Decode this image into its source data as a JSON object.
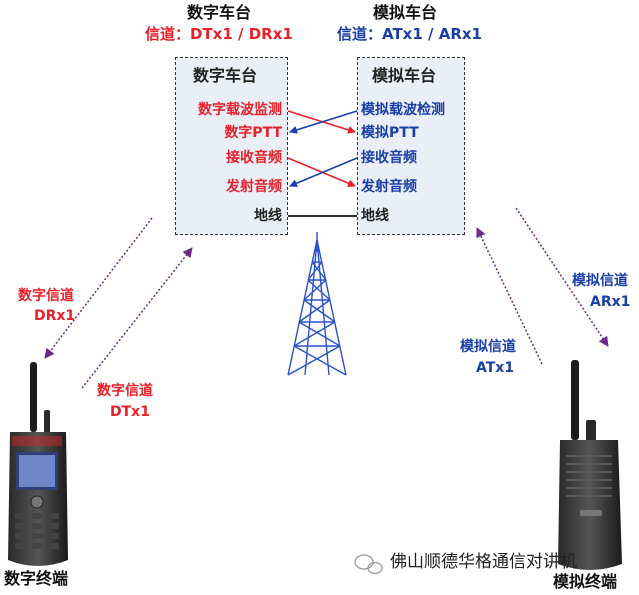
{
  "digital_station": {
    "heading": "数字车台",
    "channel": "信道：DTx1 / DRx1",
    "box_title": "数字车台",
    "rows": [
      "数字载波监测",
      "数字PTT",
      "接收音频",
      "发射音频",
      "地线"
    ]
  },
  "analog_station": {
    "heading": "模拟车台",
    "channel": "信道：ATx1 / ARx1",
    "box_title": "模拟车台",
    "rows": [
      "模拟载波检测",
      "模拟PTT",
      "接收音频",
      "发射音频",
      "地线"
    ]
  },
  "left_links": {
    "rx_label_1": "数字信道",
    "rx_label_2": "DRx1",
    "tx_label_1": "数字信道",
    "tx_label_2": "DTx1"
  },
  "right_links": {
    "tx_label_1": "模拟信道",
    "tx_label_2": "ATx1",
    "rx_label_1": "模拟信道",
    "rx_label_2": "ARx1"
  },
  "terminals": {
    "digital": "数字终端",
    "analog": "模拟终端"
  },
  "watermark": "佛山顺德华格通信对讲机",
  "colors": {
    "red": "#e8202a",
    "blue": "#1a3fa8",
    "purple": "#6b2a8a",
    "box_fill": "#e9eef7"
  }
}
